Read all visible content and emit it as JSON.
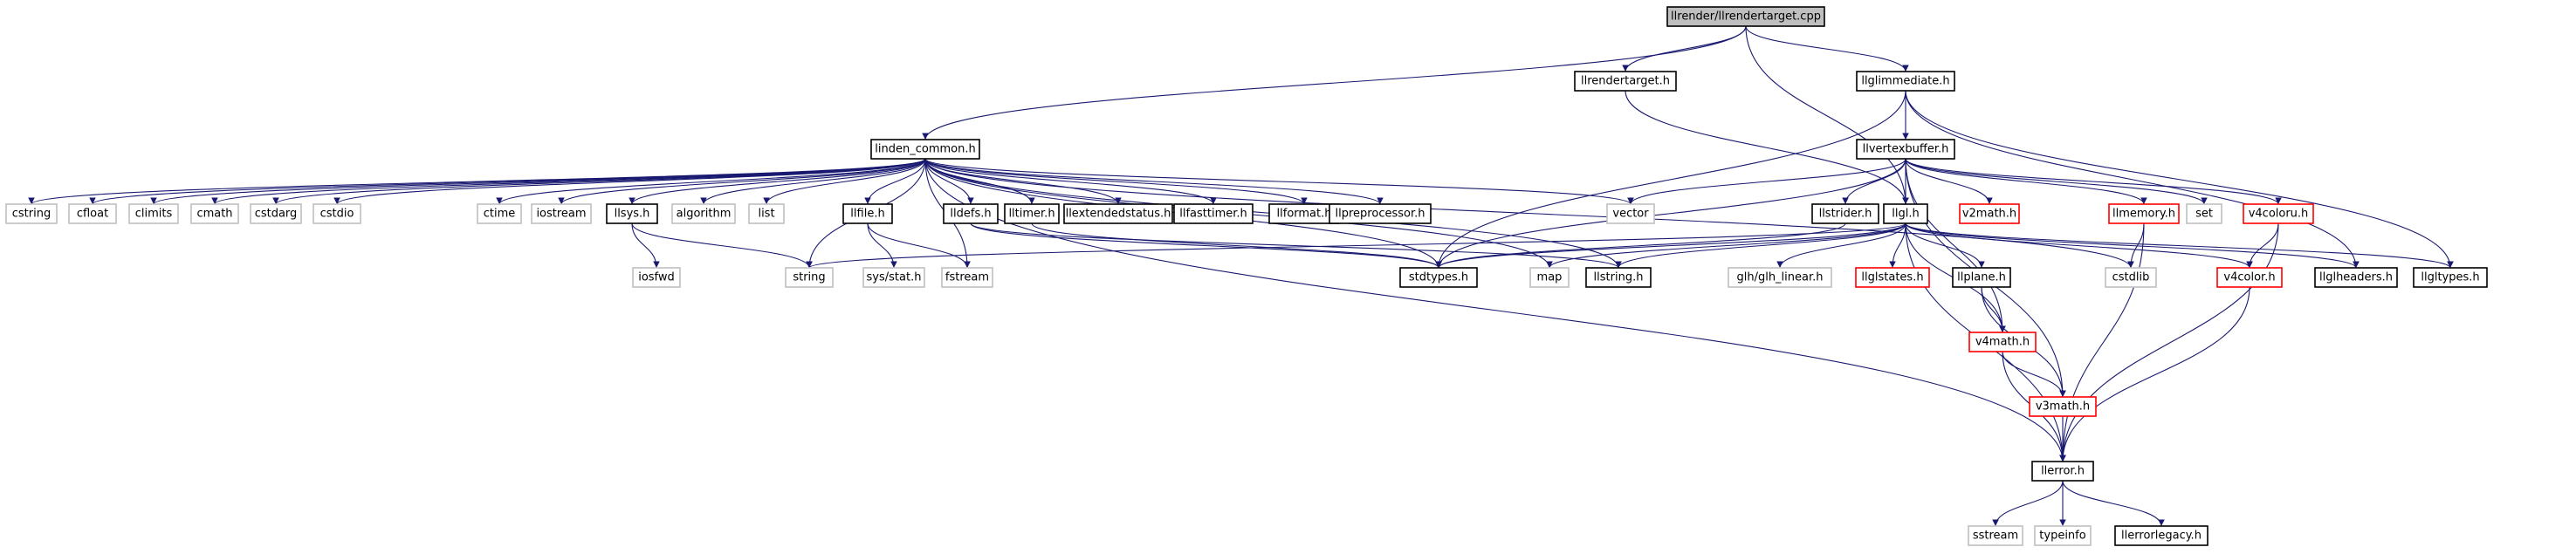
{
  "colors": {
    "root_fill": "#bfbfbf",
    "root_border": "#000000",
    "documented_border": "#000000",
    "external_border": "#bfbfbf",
    "truncated_border": "#ff0000",
    "edge": "#191970"
  },
  "nodes": [
    {
      "id": "root",
      "label": "llrender/llrendertarget.cpp",
      "kind": "root"
    },
    {
      "id": "llrendertarget_h",
      "label": "llrendertarget.h",
      "kind": "documented"
    },
    {
      "id": "llglimmediate_h",
      "label": "llglimmediate.h",
      "kind": "documented"
    },
    {
      "id": "linden_common_h",
      "label": "linden_common.h",
      "kind": "documented"
    },
    {
      "id": "llvertexbuffer_h",
      "label": "llvertexbuffer.h",
      "kind": "documented"
    },
    {
      "id": "cstring",
      "label": "cstring",
      "kind": "external"
    },
    {
      "id": "cfloat",
      "label": "cfloat",
      "kind": "external"
    },
    {
      "id": "climits",
      "label": "climits",
      "kind": "external"
    },
    {
      "id": "cmath",
      "label": "cmath",
      "kind": "external"
    },
    {
      "id": "cstdarg",
      "label": "cstdarg",
      "kind": "external"
    },
    {
      "id": "cstdio",
      "label": "cstdio",
      "kind": "external"
    },
    {
      "id": "ctime",
      "label": "ctime",
      "kind": "external"
    },
    {
      "id": "iostream",
      "label": "iostream",
      "kind": "external"
    },
    {
      "id": "llsys_h",
      "label": "llsys.h",
      "kind": "documented"
    },
    {
      "id": "algorithm",
      "label": "algorithm",
      "kind": "external"
    },
    {
      "id": "list",
      "label": "list",
      "kind": "external"
    },
    {
      "id": "llfile_h",
      "label": "llfile.h",
      "kind": "documented"
    },
    {
      "id": "lldefs_h",
      "label": "lldefs.h",
      "kind": "documented"
    },
    {
      "id": "lltimer_h",
      "label": "lltimer.h",
      "kind": "documented"
    },
    {
      "id": "llextendedstatus_h",
      "label": "llextendedstatus.h",
      "kind": "documented"
    },
    {
      "id": "llfasttimer_h",
      "label": "llfasttimer.h",
      "kind": "documented"
    },
    {
      "id": "llformat_h",
      "label": "llformat.h",
      "kind": "documented"
    },
    {
      "id": "llpreprocessor_h",
      "label": "llpreprocessor.h",
      "kind": "documented"
    },
    {
      "id": "vector",
      "label": "vector",
      "kind": "external"
    },
    {
      "id": "llstrider_h",
      "label": "llstrider.h",
      "kind": "documented"
    },
    {
      "id": "llgl_h",
      "label": "llgl.h",
      "kind": "documented"
    },
    {
      "id": "v2math_h",
      "label": "v2math.h",
      "kind": "truncated"
    },
    {
      "id": "llmemory_h",
      "label": "llmemory.h",
      "kind": "truncated"
    },
    {
      "id": "set",
      "label": "set",
      "kind": "external"
    },
    {
      "id": "v4coloru_h",
      "label": "v4coloru.h",
      "kind": "truncated"
    },
    {
      "id": "iosfwd",
      "label": "iosfwd",
      "kind": "external"
    },
    {
      "id": "string",
      "label": "string",
      "kind": "external"
    },
    {
      "id": "sys_stat_h",
      "label": "sys/stat.h",
      "kind": "external"
    },
    {
      "id": "fstream",
      "label": "fstream",
      "kind": "external"
    },
    {
      "id": "stdtypes_h",
      "label": "stdtypes.h",
      "kind": "documented"
    },
    {
      "id": "map",
      "label": "map",
      "kind": "external"
    },
    {
      "id": "llstring_h",
      "label": "llstring.h",
      "kind": "documented"
    },
    {
      "id": "glh_linear_h",
      "label": "glh/glh_linear.h",
      "kind": "external"
    },
    {
      "id": "llglstates_h",
      "label": "llglstates.h",
      "kind": "truncated"
    },
    {
      "id": "llplane_h",
      "label": "llplane.h",
      "kind": "documented"
    },
    {
      "id": "cstdlib",
      "label": "cstdlib",
      "kind": "external"
    },
    {
      "id": "v4color_h",
      "label": "v4color.h",
      "kind": "truncated"
    },
    {
      "id": "llglheaders_h",
      "label": "llglheaders.h",
      "kind": "documented"
    },
    {
      "id": "llgltypes_h",
      "label": "llgltypes.h",
      "kind": "documented"
    },
    {
      "id": "v4math_h",
      "label": "v4math.h",
      "kind": "truncated"
    },
    {
      "id": "v3math_h",
      "label": "v3math.h",
      "kind": "truncated"
    },
    {
      "id": "llerror_h",
      "label": "llerror.h",
      "kind": "documented"
    },
    {
      "id": "sstream",
      "label": "sstream",
      "kind": "external"
    },
    {
      "id": "typeinfo",
      "label": "typeinfo",
      "kind": "external"
    },
    {
      "id": "llerrorlegacy_h",
      "label": "llerrorlegacy.h",
      "kind": "documented"
    }
  ],
  "edges": [
    [
      "root",
      "llrendertarget_h"
    ],
    [
      "root",
      "llglimmediate_h"
    ],
    [
      "root",
      "linden_common_h"
    ],
    [
      "root",
      "llgl_h"
    ],
    [
      "llrendertarget_h",
      "llgl_h"
    ],
    [
      "llglimmediate_h",
      "llvertexbuffer_h"
    ],
    [
      "llglimmediate_h",
      "stdtypes_h"
    ],
    [
      "llglimmediate_h",
      "llglheaders_h"
    ],
    [
      "llglimmediate_h",
      "llgltypes_h"
    ],
    [
      "linden_common_h",
      "cstring"
    ],
    [
      "linden_common_h",
      "cfloat"
    ],
    [
      "linden_common_h",
      "climits"
    ],
    [
      "linden_common_h",
      "cmath"
    ],
    [
      "linden_common_h",
      "cstdarg"
    ],
    [
      "linden_common_h",
      "cstdio"
    ],
    [
      "linden_common_h",
      "ctime"
    ],
    [
      "linden_common_h",
      "iostream"
    ],
    [
      "linden_common_h",
      "llsys_h"
    ],
    [
      "linden_common_h",
      "algorithm"
    ],
    [
      "linden_common_h",
      "list"
    ],
    [
      "linden_common_h",
      "llfile_h"
    ],
    [
      "linden_common_h",
      "lldefs_h"
    ],
    [
      "linden_common_h",
      "lltimer_h"
    ],
    [
      "linden_common_h",
      "llextendedstatus_h"
    ],
    [
      "linden_common_h",
      "llfasttimer_h"
    ],
    [
      "linden_common_h",
      "llformat_h"
    ],
    [
      "linden_common_h",
      "llpreprocessor_h"
    ],
    [
      "linden_common_h",
      "vector"
    ],
    [
      "linden_common_h",
      "string"
    ],
    [
      "linden_common_h",
      "fstream"
    ],
    [
      "linden_common_h",
      "stdtypes_h"
    ],
    [
      "linden_common_h",
      "map"
    ],
    [
      "linden_common_h",
      "llstring_h"
    ],
    [
      "linden_common_h",
      "llerror_h"
    ],
    [
      "linden_common_h",
      "cstdlib"
    ],
    [
      "llsys_h",
      "iosfwd"
    ],
    [
      "llsys_h",
      "string"
    ],
    [
      "llfile_h",
      "sys_stat_h"
    ],
    [
      "llfile_h",
      "fstream"
    ],
    [
      "lldefs_h",
      "stdtypes_h"
    ],
    [
      "lltimer_h",
      "stdtypes_h"
    ],
    [
      "lldefs_h",
      "llstring_h"
    ],
    [
      "llvertexbuffer_h",
      "vector"
    ],
    [
      "llvertexbuffer_h",
      "llstrider_h"
    ],
    [
      "llvertexbuffer_h",
      "llgl_h"
    ],
    [
      "llvertexbuffer_h",
      "v2math_h"
    ],
    [
      "llvertexbuffer_h",
      "llmemory_h"
    ],
    [
      "llvertexbuffer_h",
      "set"
    ],
    [
      "llvertexbuffer_h",
      "v4coloru_h"
    ],
    [
      "llvertexbuffer_h",
      "v4math_h"
    ],
    [
      "llvertexbuffer_h",
      "v3math_h"
    ],
    [
      "llvertexbuffer_h",
      "stdtypes_h"
    ],
    [
      "llstrider_h",
      "stdtypes_h"
    ],
    [
      "llgl_h",
      "string"
    ],
    [
      "llgl_h",
      "map"
    ],
    [
      "llgl_h",
      "stdtypes_h"
    ],
    [
      "llgl_h",
      "llstring_h"
    ],
    [
      "llgl_h",
      "glh_linear_h"
    ],
    [
      "llgl_h",
      "llglstates_h"
    ],
    [
      "llgl_h",
      "llplane_h"
    ],
    [
      "llgl_h",
      "v4color_h"
    ],
    [
      "llgl_h",
      "llglheaders_h"
    ],
    [
      "llgl_h",
      "llgltypes_h"
    ],
    [
      "llgl_h",
      "v4math_h"
    ],
    [
      "llgl_h",
      "llerror_h"
    ],
    [
      "llmemory_h",
      "cstdlib"
    ],
    [
      "llmemory_h",
      "llerror_h"
    ],
    [
      "v4coloru_h",
      "v4color_h"
    ],
    [
      "v4coloru_h",
      "llerror_h"
    ],
    [
      "llplane_h",
      "v4math_h"
    ],
    [
      "llplane_h",
      "v3math_h"
    ],
    [
      "v4math_h",
      "v3math_h"
    ],
    [
      "v4math_h",
      "llerror_h"
    ],
    [
      "v3math_h",
      "llerror_h"
    ],
    [
      "v4color_h",
      "llerror_h"
    ],
    [
      "llerror_h",
      "sstream"
    ],
    [
      "llerror_h",
      "typeinfo"
    ],
    [
      "llerror_h",
      "llerrorlegacy_h"
    ]
  ]
}
